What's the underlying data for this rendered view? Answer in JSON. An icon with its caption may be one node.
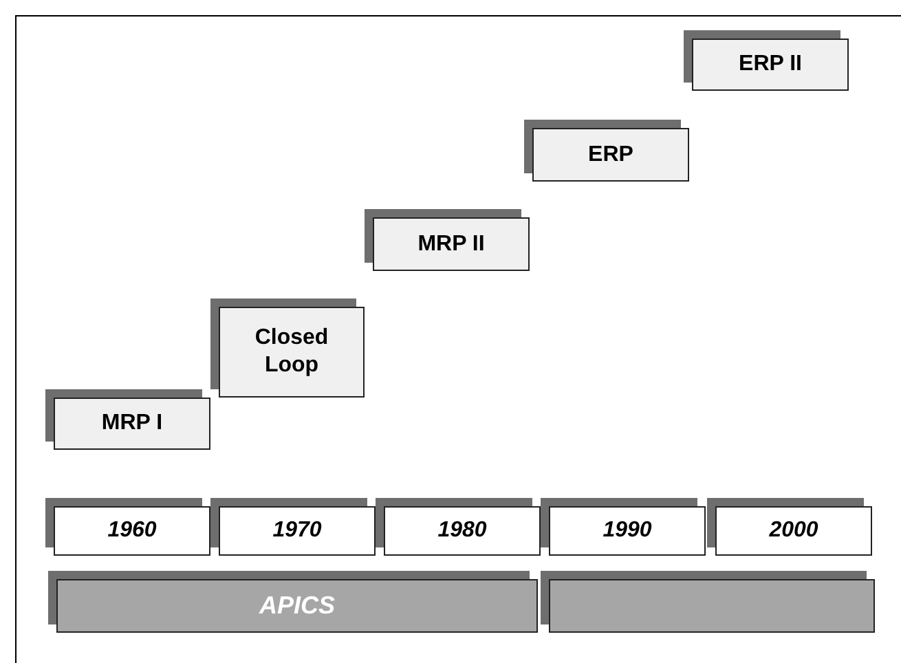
{
  "diagram": {
    "nodes": [
      {
        "text": [
          "MRP I"
        ]
      },
      {
        "text": [
          "Closed Loop"
        ]
      },
      {
        "text": [
          "MRP II"
        ]
      },
      {
        "text": [
          "ERP"
        ]
      },
      {
        "text": [
          "ERP II"
        ]
      },
      {
        "text": [
          "1960"
        ]
      },
      {
        "text": [
          "1970"
        ]
      },
      {
        "text": [
          "1980"
        ]
      },
      {
        "text": [
          "1990"
        ]
      },
      {
        "text": [
          "2000"
        ]
      },
      {
        "text": [
          "APICS"
        ]
      },
      {
        "text": [],
        "shape": "bar"
      }
    ]
  }
}
